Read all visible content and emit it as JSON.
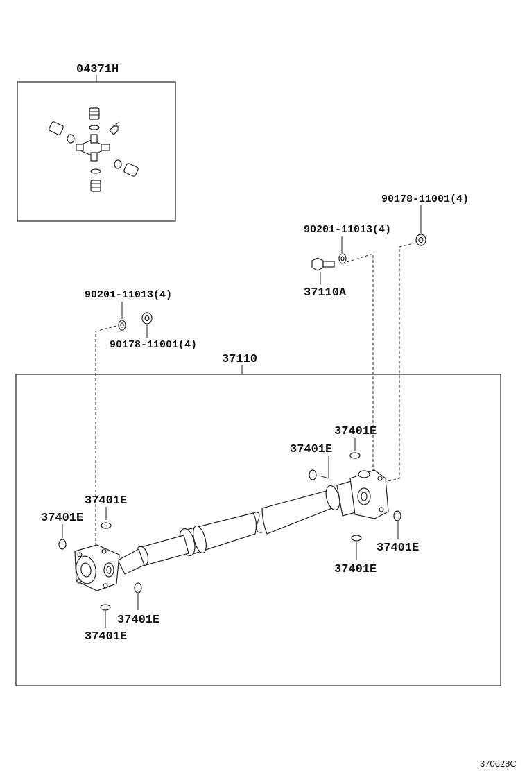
{
  "labels": {
    "kit": "04371H",
    "washer_right": "90201-11013(4)",
    "nut_right": "90178-11001(4)",
    "bolt": "37110A",
    "washer_left": "90201-11013(4)",
    "nut_left": "90178-11001(4)",
    "shaft_assy": "37110",
    "clip_r_top": "37401E",
    "clip_r_left": "37401E",
    "clip_r_right": "37401E",
    "clip_r_bottom": "37401E",
    "clip_l_top": "37401E",
    "clip_l_left": "37401E",
    "clip_l_right": "37401E",
    "clip_l_bottom": "37401E"
  },
  "diagram_code": "370628C"
}
